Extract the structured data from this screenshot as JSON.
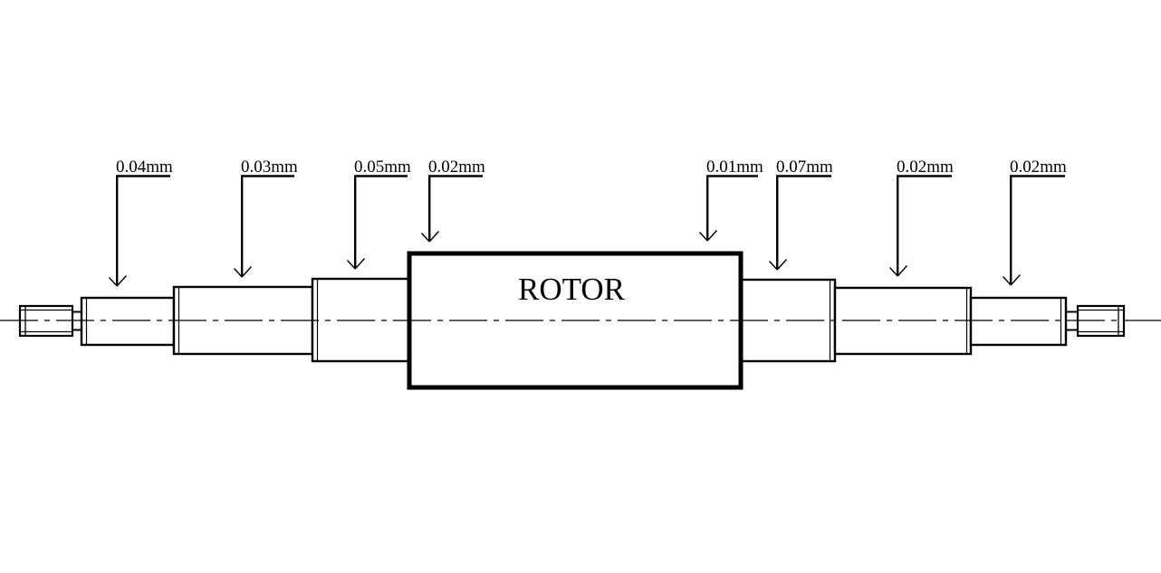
{
  "diagram": {
    "rotor_label": "ROTOR",
    "colors": {
      "line": "#000000",
      "background": "#ffffff"
    },
    "tolerances": [
      {
        "text": "0.04mm"
      },
      {
        "text": "0.03mm"
      },
      {
        "text": "0.05mm"
      },
      {
        "text": "0.02mm"
      },
      {
        "text": "0.01mm"
      },
      {
        "text": "0.07mm"
      },
      {
        "text": "0.02mm"
      },
      {
        "text": "0.02mm"
      }
    ]
  }
}
